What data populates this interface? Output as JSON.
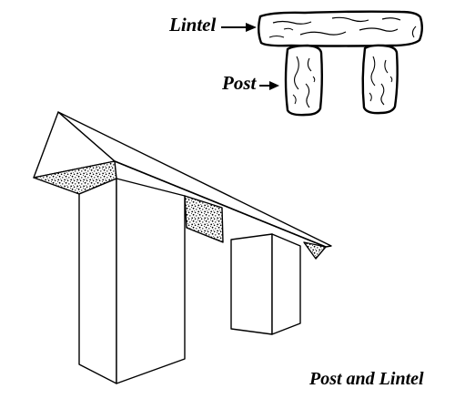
{
  "labels": {
    "lintel": "Lintel",
    "post": "Post",
    "title": "Post and Lintel"
  },
  "colors": {
    "ink": "#000000",
    "paper": "#ffffff"
  }
}
